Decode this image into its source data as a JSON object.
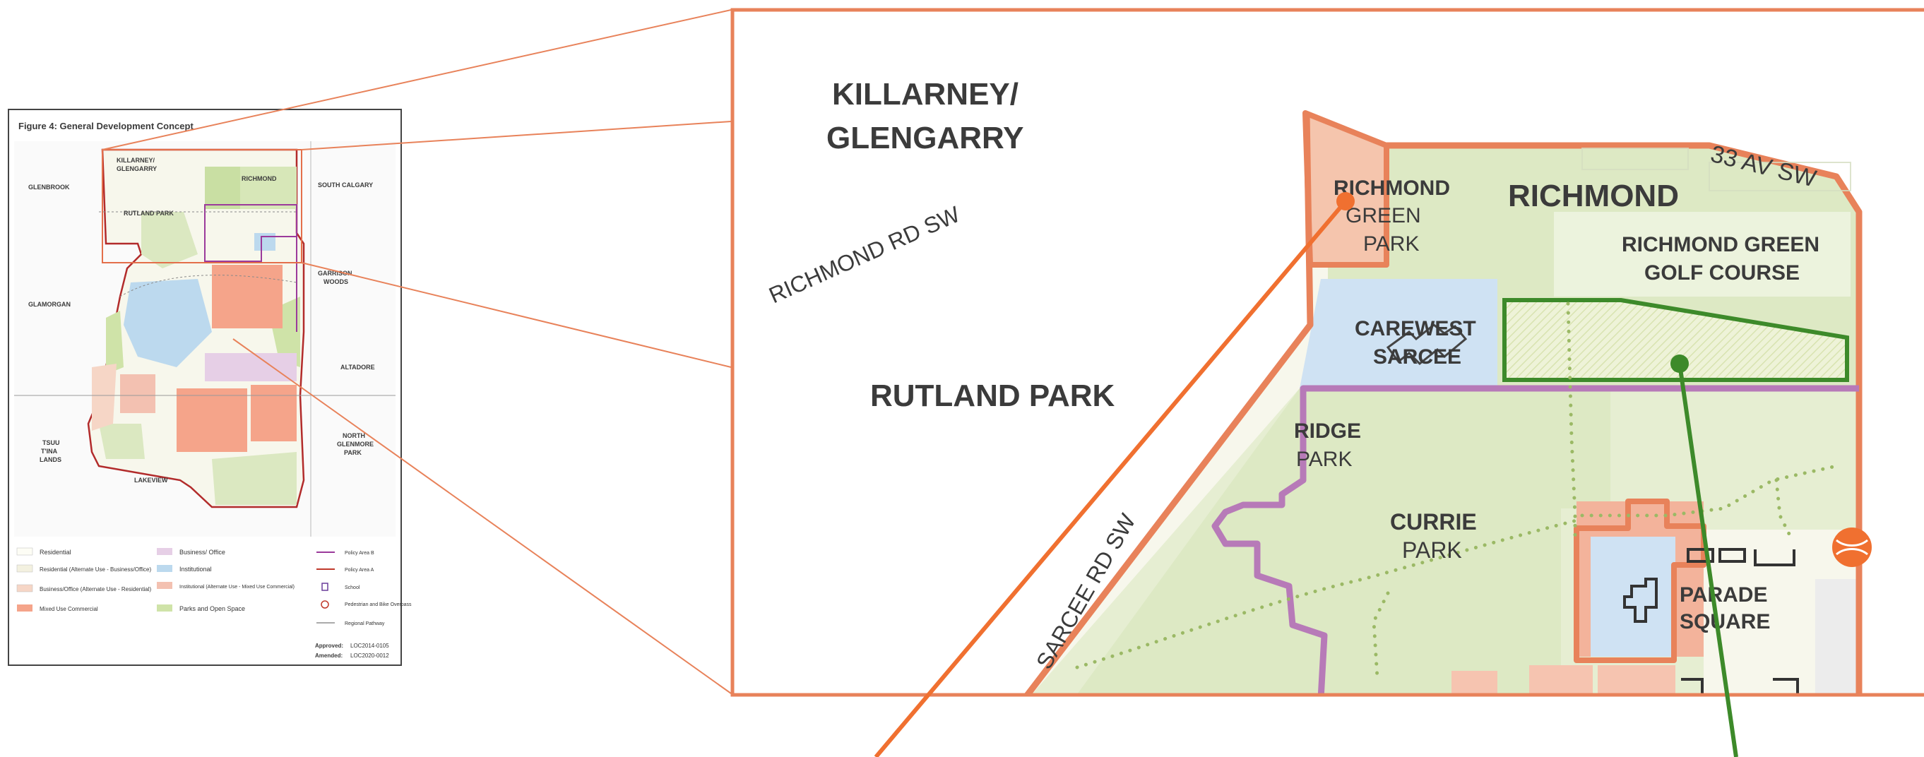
{
  "figure": {
    "title": "Figure 4: General Development Concept",
    "approved_label": "Approved:",
    "approved_value": "LOC2014-0105",
    "amended_label": "Amended:",
    "amended_value": "LOC2020-0012"
  },
  "overview_labels": {
    "killarney": "KILLARNEY/",
    "glengarry": "GLENGARRY",
    "richmond": "RICHMOND",
    "south_calgary": "SOUTH CALGARY",
    "glenbrook": "GLENBROOK",
    "rutland_park": "RUTLAND PARK",
    "garrison_woods_1": "GARRISON",
    "garrison_woods_2": "WOODS",
    "glamorgan": "GLAMORGAN",
    "altadore": "ALTADORE",
    "tsuu_1": "TSUU",
    "tsuu_2": "T'INA",
    "tsuu_3": "LANDS",
    "north_glenmore_1": "NORTH",
    "north_glenmore_2": "GLENMORE",
    "north_glenmore_3": "PARK",
    "lakeview": "LAKEVIEW"
  },
  "legend": [
    {
      "label": "Residential",
      "color": "#fdfdf5"
    },
    {
      "label": "Residential (Alternate Use - Business/Office)",
      "color": "#f3f1e0"
    },
    {
      "label": "Business/Office (Alternate Use - Residential)",
      "color": "#f6d6c6"
    },
    {
      "label": "Mixed Use Commercial",
      "color": "#f5a48a"
    },
    {
      "label": "Business/ Office",
      "color": "#e6cfe6"
    },
    {
      "label": "Institutional",
      "color": "#bcd9ee"
    },
    {
      "label": "Institutional (Alternate Use - Mixed Use Commercial)",
      "color": "#f3c1b1"
    },
    {
      "label": "Parks and Open Space",
      "color": "#cfe3a8"
    },
    {
      "label": "Policy Area B",
      "color": "#9b3a9b"
    },
    {
      "label": "Policy Area A",
      "color": "#c0392b"
    },
    {
      "label": "School",
      "color": "#6a3d9a"
    },
    {
      "label": "Pedestrian and Bike Overpass",
      "color": "#c0392b"
    },
    {
      "label": "Regional Pathway",
      "color": "#555555"
    }
  ],
  "detail_labels": {
    "killarney": "KILLARNEY/",
    "glengarry": "GLENGARRY",
    "richmond_rd": "RICHMOND RD SW",
    "rutland_park": "RUTLAND PARK",
    "richmond_green_park_1": "RICHMOND",
    "richmond_green_park_2": "GREEN",
    "richmond_green_park_3": "PARK",
    "richmond": "RICHMOND",
    "av33": "33 AV SW",
    "golf_1": "RICHMOND GREEN",
    "golf_2": "GOLF COURSE",
    "carewest_1": "CAREWEST",
    "carewest_2": "SARCEE",
    "ridge_1": "RIDGE",
    "ridge_2": "PARK",
    "currie_1": "CURRIE",
    "currie_2": "PARK",
    "sarcee_rd": "SARCEE RD SW",
    "parade_1": "PARADE",
    "parade_2": "SQUARE"
  },
  "colors": {
    "zoom_frame": "#e8825a",
    "policy_a": "#e8825a",
    "policy_b": "#b77ab8",
    "park": "#dde9c4",
    "residential": "#f7f7ec",
    "institutional": "#cfe2f3",
    "mixed_use": "#f3b39b",
    "orange_marker": "#f07030",
    "green_marker": "#3d8a2a"
  }
}
